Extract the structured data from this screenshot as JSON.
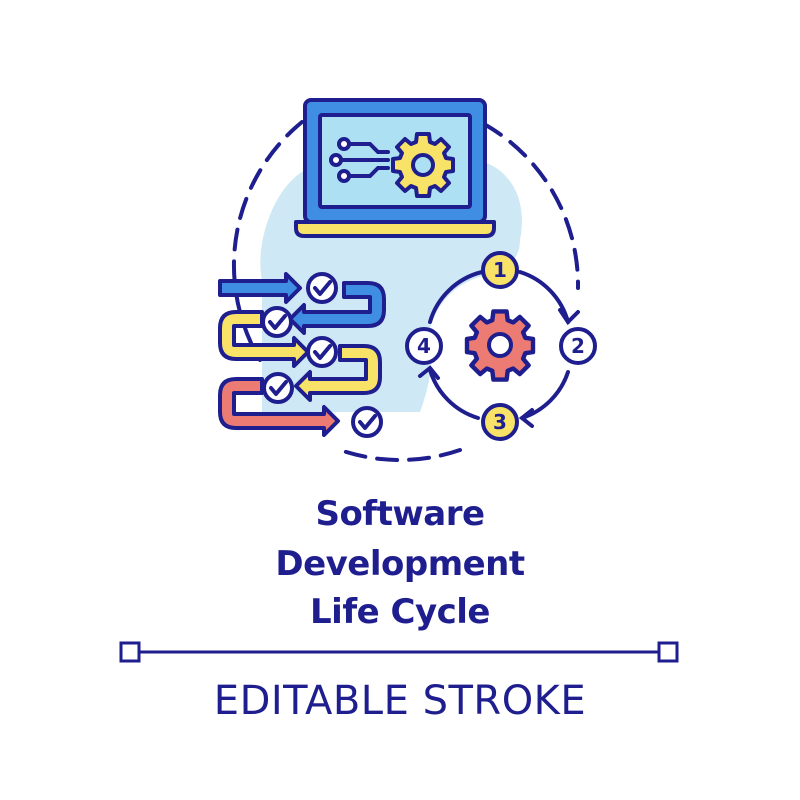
{
  "title": {
    "line1": "Software",
    "line2": "Development",
    "line3": "Life Cycle"
  },
  "caption": "EDITABLE STROKE",
  "steps": [
    "1",
    "2",
    "3",
    "4"
  ],
  "colors": {
    "stroke": "#1f1e8f",
    "blue": "#3f8ee3",
    "light_blue": "#cfe8f5",
    "yellow": "#f8e267",
    "pink": "#ec7b73",
    "screen": "#ade0f2",
    "white": "#ffffff"
  },
  "icons": [
    "laptop-icon",
    "gear-icon",
    "circuit-icon",
    "check-icon",
    "arrow-icon",
    "cycle-icon"
  ]
}
